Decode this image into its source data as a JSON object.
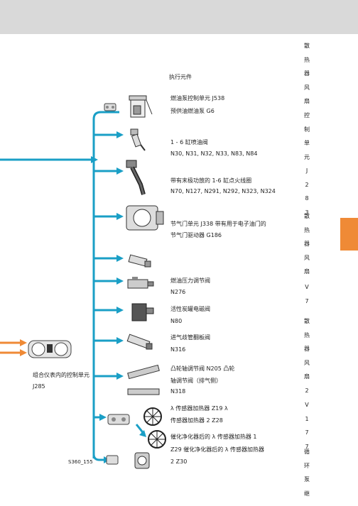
{
  "header": {
    "section_title": "执行元件"
  },
  "items": [
    {
      "line1": "燃油泵控制单元 J538",
      "line2": "预供油燃油泵 G6"
    },
    {
      "line1": "1 - 6 缸喷油阀",
      "line2": "N30, N31, N32, N33, N83, N84"
    },
    {
      "line1": "带有末极功放的 1-6 缸点火线圈",
      "line2": "N70, N127, N291, N292, N323, N324"
    },
    {
      "line1": "节气门单元 J338 带有用于电子油门的",
      "line2": "节气门驱动器 G186"
    },
    {
      "line1": "燃油压力调节阀",
      "line2": "N276"
    },
    {
      "line1": "活性炭罐电磁阀",
      "line2": "N80"
    },
    {
      "line1": "进气歧管翻板阀",
      "line2": "N316"
    },
    {
      "line1": "凸轮轴调节阀 N205 凸轮",
      "line2": "轴调节阀（排气侧）",
      "line3": "N318"
    },
    {
      "line1": "λ 传感器加热器 Z19 λ",
      "line2": "传感器加热器 2 Z28"
    },
    {
      "line1": "催化净化器后的 λ 传感器加热器 1",
      "line2": "Z29 催化净化器后的 λ 传感器加热器",
      "line3": "2 Z30"
    }
  ],
  "dashboard": {
    "line1": "组合仪表内的控制单元",
    "line2": "J285"
  },
  "figure_code": "S360_155",
  "sidebar": {
    "col1": [
      "散",
      "热",
      "器",
      "风",
      "扇",
      "控",
      "制",
      "单",
      "元"
    ],
    "col2": [
      "J",
      "2",
      "8",
      "3"
    ],
    "col3": [
      "散",
      "热",
      "器",
      "风",
      "扇"
    ],
    "col4": [
      "V",
      "7"
    ],
    "col5": [
      "散",
      "热",
      "器",
      "风",
      "扇",
      "2"
    ],
    "col6": [
      "V",
      "1",
      "7",
      "7"
    ],
    "col7": [
      "循",
      "环",
      "泵",
      "继"
    ]
  },
  "colors": {
    "line": "#1a9fc6",
    "accent": "#ef8a36",
    "header_bg": "#d9d9d9"
  }
}
